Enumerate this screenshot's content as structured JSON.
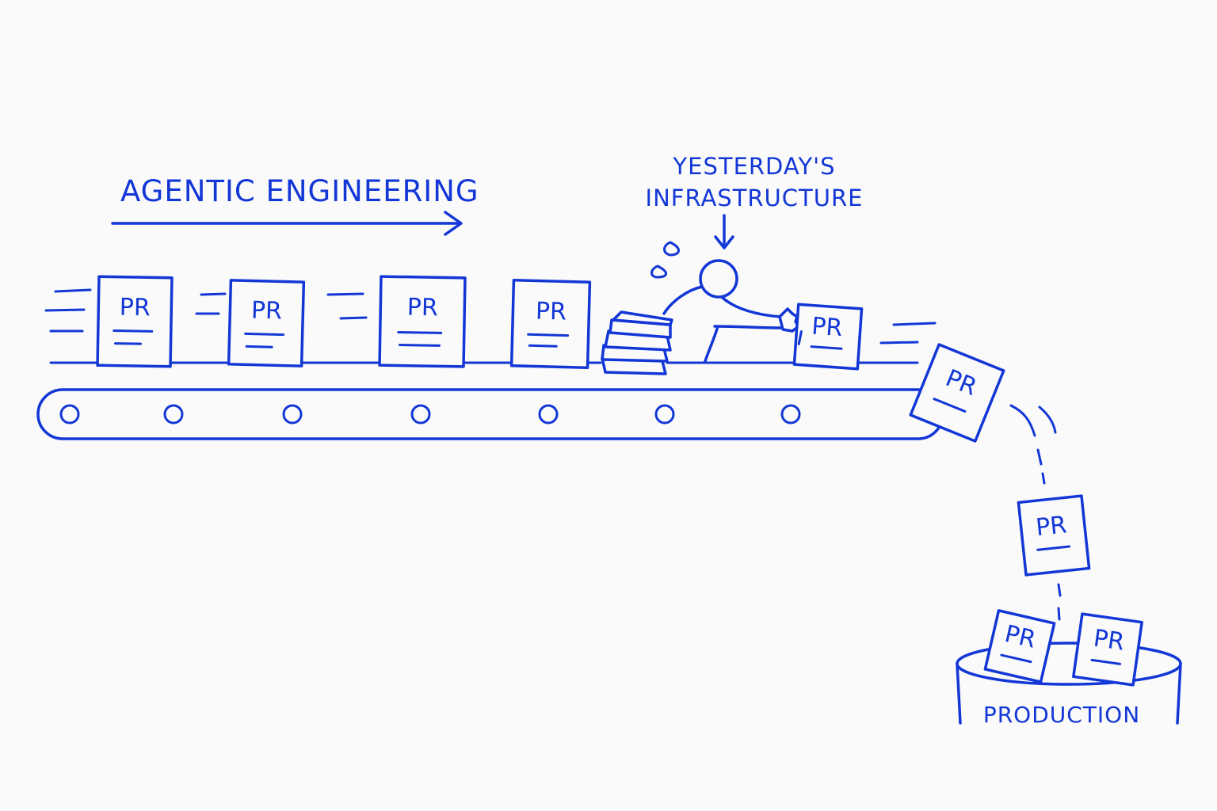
{
  "labels": {
    "flow": "AGENTIC ENGINEERING",
    "bottleneck_line1": "YESTERDAY'S",
    "bottleneck_line2": "INFRASTRUCTURE",
    "destination": "PRODUCTION"
  },
  "card_text": "PR",
  "colors": {
    "ink": "#1237d6",
    "background": "#fafafa"
  }
}
